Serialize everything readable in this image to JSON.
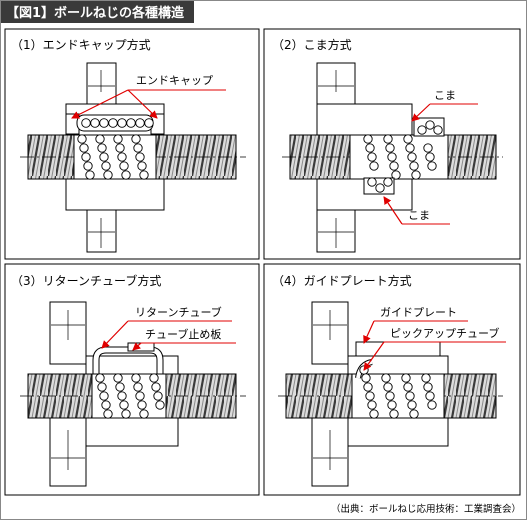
{
  "header": {
    "title": "【図1】ボールねじの各種構造"
  },
  "panels": [
    {
      "title": "（1）エンドキャップ方式",
      "callouts": [
        "エンドキャップ"
      ]
    },
    {
      "title": "（2）こま方式",
      "callouts": [
        "こま",
        "こま"
      ]
    },
    {
      "title": "（3）リターンチューブ方式",
      "callouts": [
        "リターンチューブ",
        "チューブ止め板"
      ]
    },
    {
      "title": "（4）ガイドプレート方式",
      "callouts": [
        "ガイドプレート",
        "ピックアップチューブ"
      ]
    }
  ],
  "source": "（出典：ボールねじ応用技術：工業調査会）",
  "colors": {
    "header_bg": "#3a3a3a",
    "leader": "#e00000",
    "line": "#000000"
  }
}
